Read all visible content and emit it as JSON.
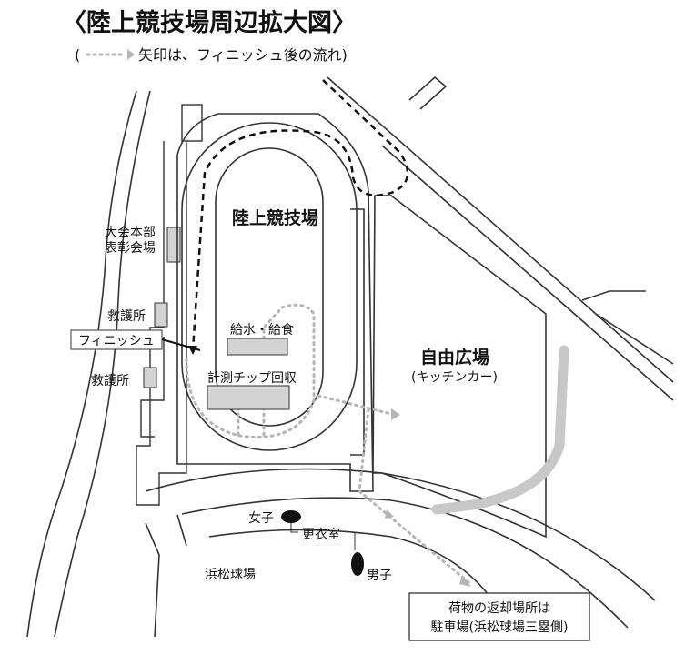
{
  "title": "〈陸上競技場周辺拡大図〉",
  "subtitle": {
    "open": "(",
    "text": "矢印は、フィニッシュ後の流れ)"
  },
  "labels": {
    "stadium": "陸上競技場",
    "hq_line1": "大会本部",
    "hq_line2": "表彰会場",
    "first_aid_1": "救護所",
    "first_aid_2": "救護所",
    "finish": "フィニッシュ",
    "water_food": "給水・給食",
    "chip_collection": "計測チップ回収",
    "free_plaza": "自由広場",
    "kitchen_car": "(キッチンカー)",
    "women": "女子",
    "changing_room": "更衣室",
    "men": "男子",
    "ballpark": "浜松球場"
  },
  "luggage_box": {
    "line1": "荷物の返却場所は",
    "line2": "駐車場(浜松球場三塁側)"
  },
  "colors": {
    "route_after_finish": "#b5b5b5",
    "route_dashed": "#111111",
    "facility": "#d3d3d3"
  }
}
